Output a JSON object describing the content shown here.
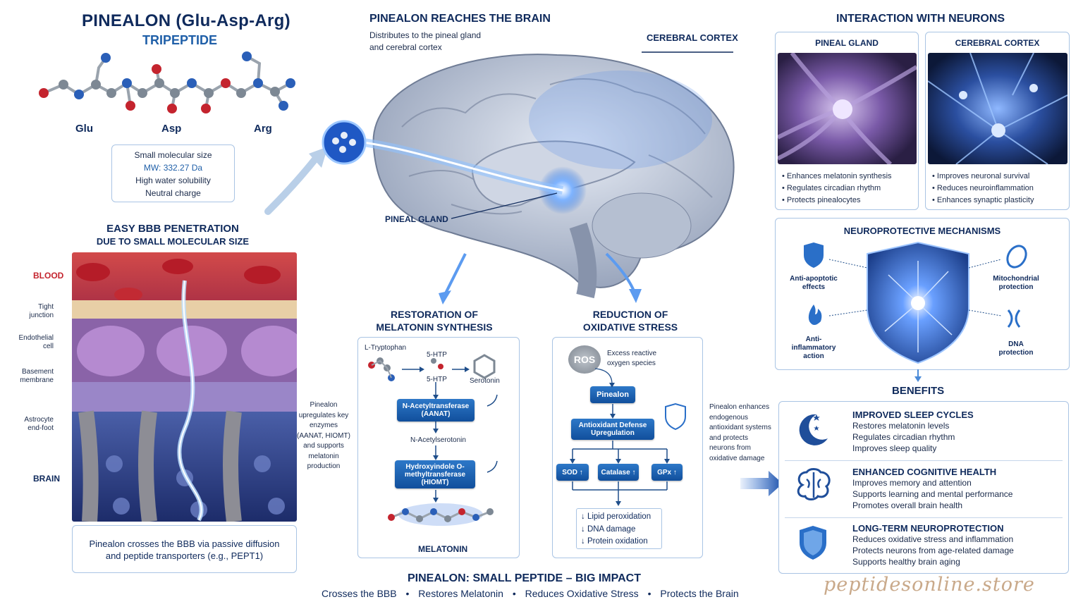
{
  "header": {
    "title": "PINEALON (Glu-Asp-Arg)",
    "subtitle": "TRIPEPTIDE",
    "amino_acids": [
      "Glu",
      "Asp",
      "Arg"
    ]
  },
  "properties": {
    "line1": "Small molecular size",
    "line2": "MW: 332.27 Da",
    "line3": "High water solubility",
    "line4": "Neutral charge"
  },
  "bbb": {
    "title_line1": "EASY BBB PENETRATION",
    "title_line2": "DUE TO SMALL MOLECULAR SIZE",
    "labels": {
      "blood": "BLOOD",
      "tight_junction": "Tight junction",
      "endothelial": "Endothelial cell",
      "basement": "Basement membrane",
      "astrocyte": "Astrocyte end-foot",
      "brain": "BRAIN"
    },
    "caption_line1": "Pinealon crosses the BBB via passive diffusion",
    "caption_line2": "and peptide transporters (e.g., PEPT1)"
  },
  "brain_section": {
    "title": "PINEALON REACHES THE BRAIN",
    "desc_line1": "Distributes to the pineal gland",
    "desc_line2": "and cerebral cortex",
    "label_cortex": "CEREBRAL CORTEX",
    "label_pineal": "PINEAL GLAND"
  },
  "melatonin": {
    "title_line1": "RESTORATION OF",
    "title_line2": "MELATONIN SYNTHESIS",
    "tryptophan": "L-Tryptophan",
    "htp_top": "5-HTP",
    "htp": "5-HTP",
    "serotonin": "Serotonin",
    "aanat": "N-Acetyltransferase (AANAT)",
    "n_acetylserotonin": "N-Acetylserotonin",
    "hiomt": "Hydroxyindole O-methyltransferase (HIOMT)",
    "product": "MELATONIN",
    "side_note": "Pinealon upregulates key enzymes (AANAT, HIOMT) and supports melatonin production"
  },
  "oxidative": {
    "title_line1": "REDUCTION OF",
    "title_line2": "OXIDATIVE STRESS",
    "ros": "ROS",
    "ros_desc": "Excess reactive oxygen species",
    "pinealon": "Pinealon",
    "defense": "Antioxidant Defense Upregulation",
    "enzymes": [
      "SOD ↑",
      "Catalase ↑",
      "GPx ↑"
    ],
    "results": [
      "↓ Lipid peroxidation",
      "↓ DNA damage",
      "↓ Protein oxidation"
    ],
    "side_note": "Pinealon enhances endogenous antioxidant systems and protects neurons from oxidative damage"
  },
  "neurons": {
    "title": "INTERACTION WITH NEURONS",
    "pineal": {
      "title": "PINEAL GLAND",
      "bullets": [
        "Enhances melatonin synthesis",
        "Regulates circadian rhythm",
        "Protects pinealocytes"
      ]
    },
    "cortex": {
      "title": "CEREBRAL CORTEX",
      "bullets": [
        "Improves neuronal survival",
        "Reduces neuroinflammation",
        "Enhances synaptic plasticity"
      ]
    }
  },
  "mechanisms": {
    "title": "NEUROPROTECTIVE MECHANISMS",
    "anti_apoptotic": "Anti-apoptotic effects",
    "anti_inflammatory": "Anti-inflammatory action",
    "mitochondrial": "Mitochondrial protection",
    "dna": "DNA protection"
  },
  "benefits": {
    "title": "BENEFITS",
    "items": [
      {
        "title": "IMPROVED SLEEP CYCLES",
        "lines": [
          "Restores melatonin levels",
          "Regulates circadian rhythm",
          "Improves sleep quality"
        ],
        "icon": "moon-icon"
      },
      {
        "title": "ENHANCED COGNITIVE HEALTH",
        "lines": [
          "Improves memory and attention",
          "Supports learning and mental performance",
          "Promotes overall brain health"
        ],
        "icon": "brain-icon"
      },
      {
        "title": "LONG-TERM NEUROPROTECTION",
        "lines": [
          "Reduces oxidative stress and inflammation",
          "Protects neurons from age-related damage",
          "Supports healthy brain aging"
        ],
        "icon": "shield-icon"
      }
    ]
  },
  "footer": {
    "title": "PINEALON: SMALL PEPTIDE – BIG IMPACT",
    "items": [
      "Crosses the BBB",
      "Restores Melatonin",
      "Reduces Oxidative Stress",
      "Protects the Brain"
    ],
    "watermark": "peptidesonline.store"
  },
  "colors": {
    "navy": "#0f2a5c",
    "accent_blue": "#1f5fa8",
    "button_blue": "#1a5fb0",
    "border_blue": "#a9c4e4"
  }
}
